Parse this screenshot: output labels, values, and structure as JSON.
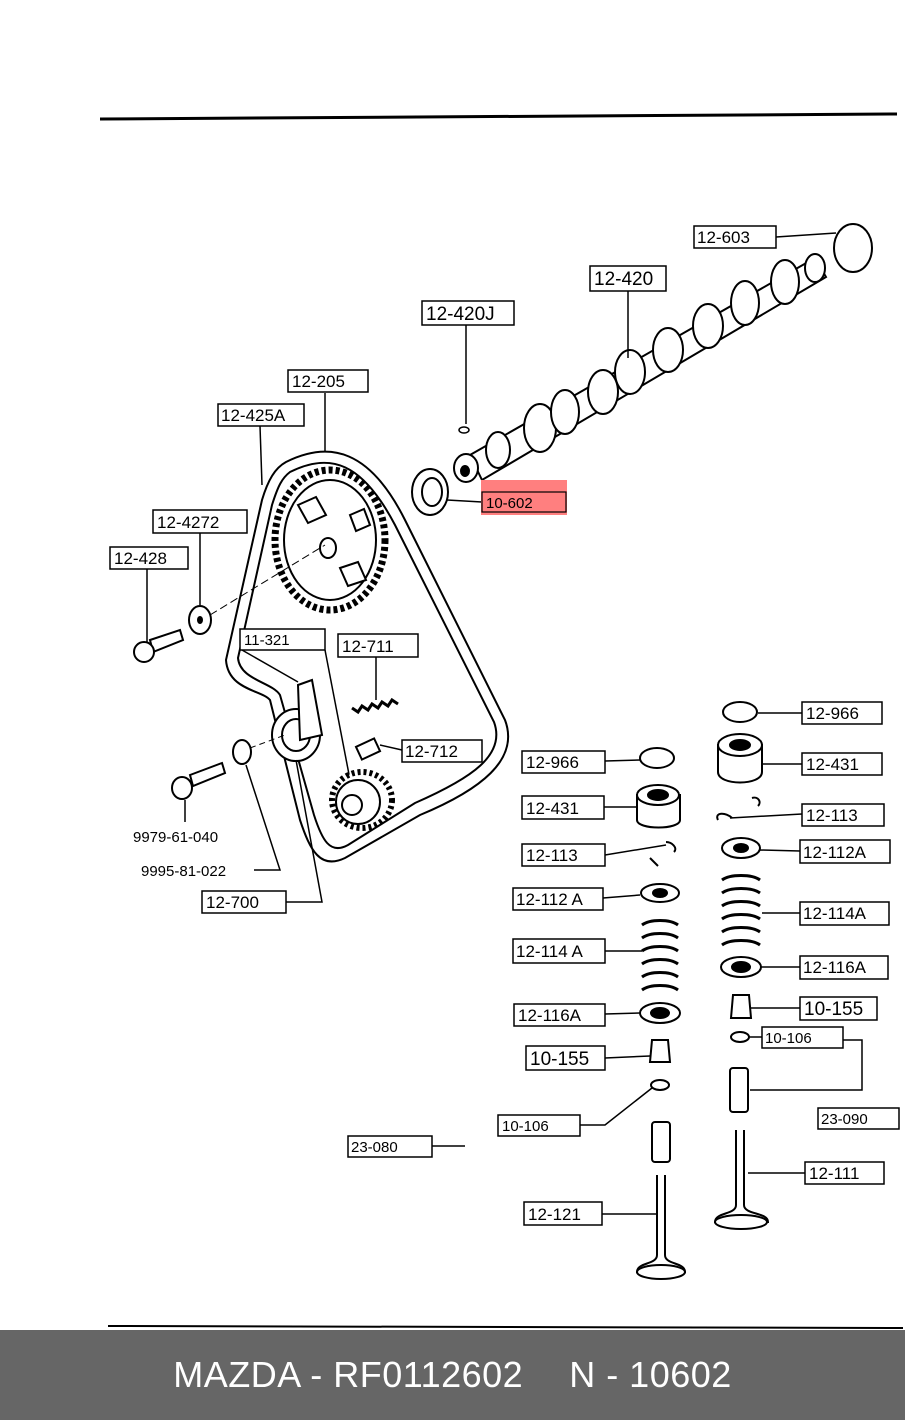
{
  "labels": {
    "l_12_603": "12-603",
    "l_12_420": "12-420",
    "l_12_420J": "12-420J",
    "l_12_205": "12-205",
    "l_12_425A": "12-425A",
    "l_10_602": "10-602",
    "l_12_4272": "12-4272",
    "l_12_428": "12-428",
    "l_11_321": "11-321",
    "l_12_711": "12-711",
    "l_12_712": "12-712",
    "l_9979_61_040": "9979-61-040",
    "l_9995_81_022": "9995-81-022",
    "l_12_700": "12-700",
    "l_12_966_l": "12-966",
    "l_12_431_l": "12-431",
    "l_12_113_l": "12-113",
    "l_12_112A_l": "12-112 A",
    "l_12_114A_l": "12-114 A",
    "l_12_116A_l": "12-116A",
    "l_10_155_l": "10-155",
    "l_10_106_l": "10-106",
    "l_23_080": "23-080",
    "l_12_121": "12-121",
    "l_12_966_r": "12-966",
    "l_12_431_r": "12-431",
    "l_12_113_r": "12-113",
    "l_12_112A_r": "12-112A",
    "l_12_114A_r": "12-114A",
    "l_12_116A_r": "12-116A",
    "l_10_155_r": "10-155",
    "l_10_106_r": "10-106",
    "l_23_090": "23-090",
    "l_12_111": "12-111"
  },
  "highlight_color": "#ff7f7f",
  "footer": {
    "part_info": "MAZDA - RF0112602",
    "ref_info": "N - 10602"
  }
}
